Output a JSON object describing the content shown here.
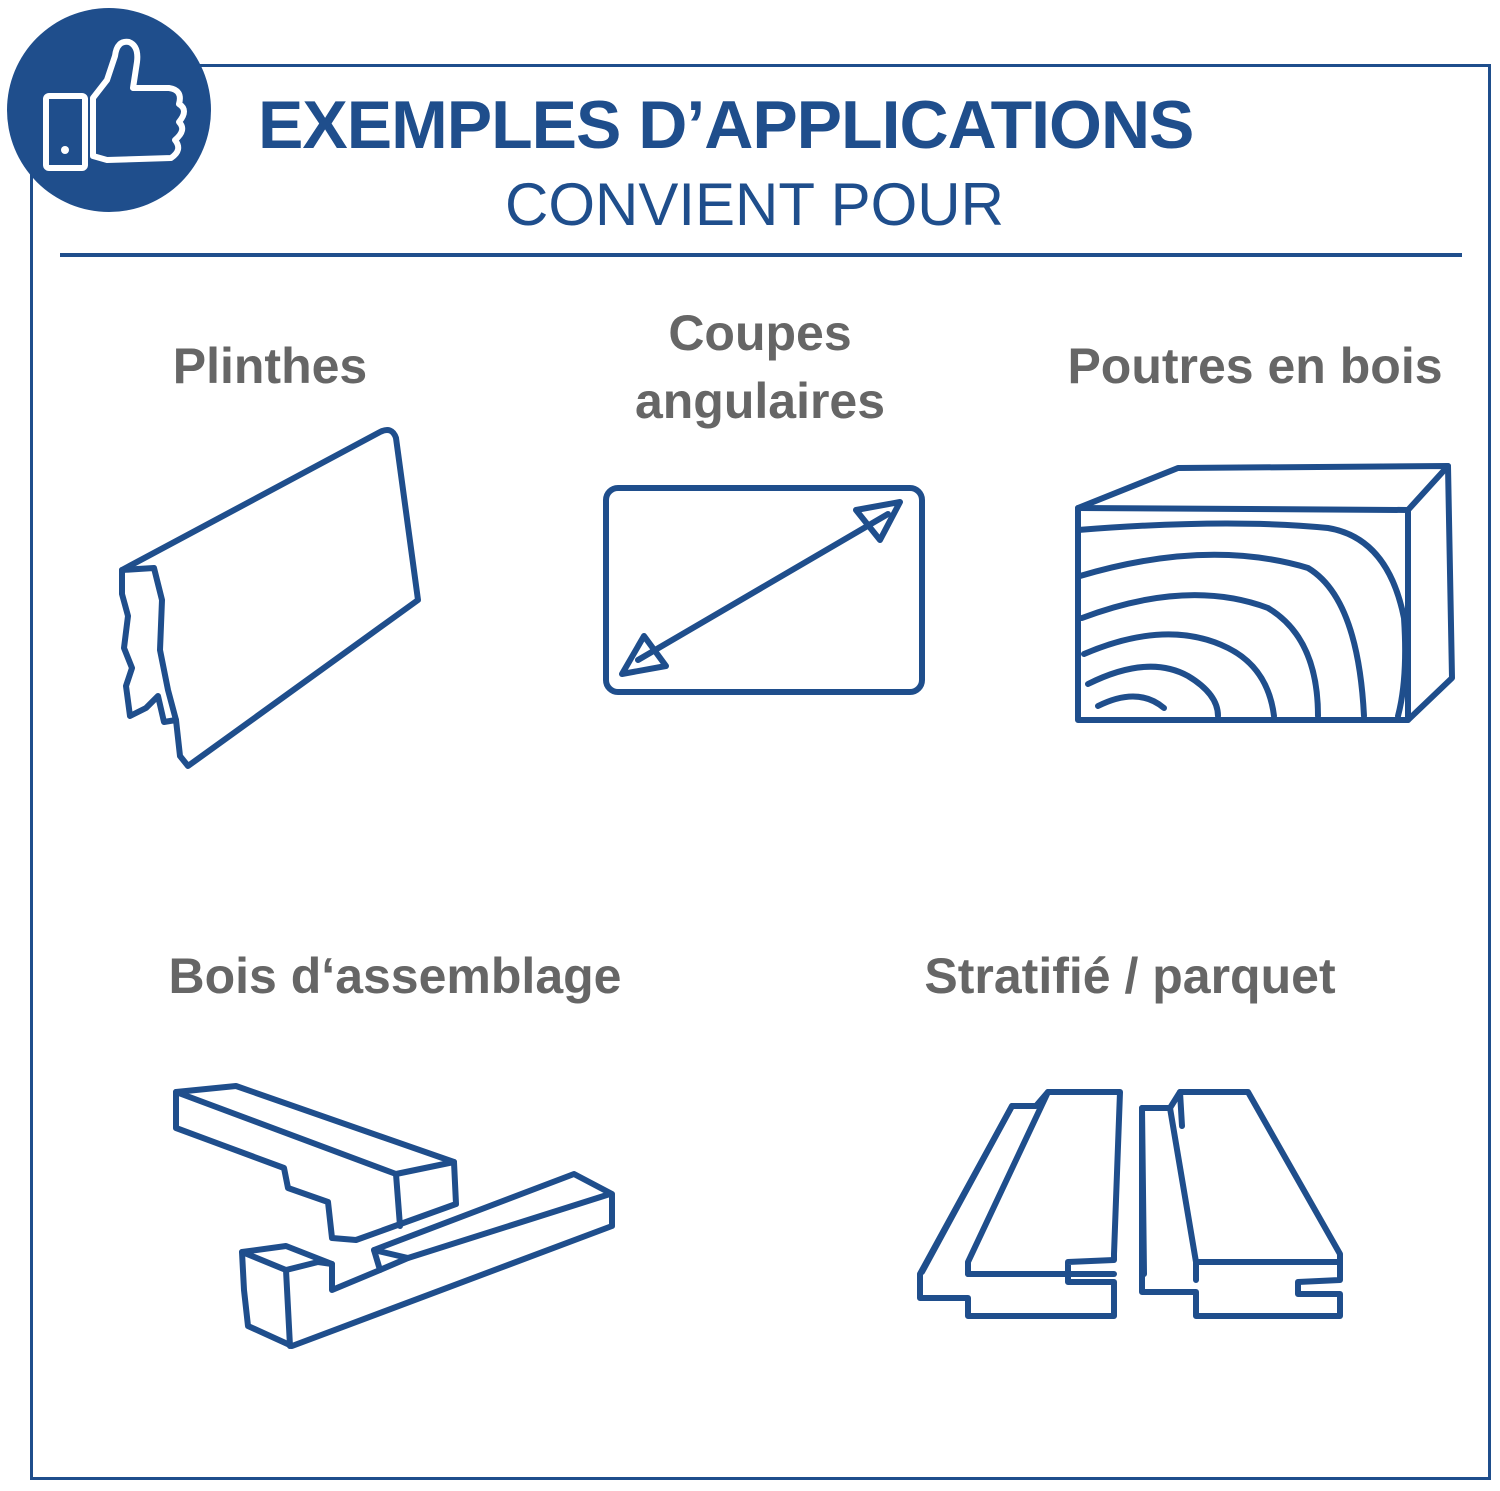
{
  "header": {
    "title": "EXEMPLES D’APPLICATIONS",
    "subtitle": "CONVIENT POUR",
    "badge_icon": "thumbs-up-icon"
  },
  "applications": [
    {
      "label_lines": [
        "Plinthes"
      ],
      "icon": "baseboard-icon"
    },
    {
      "label_lines": [
        "Coupes",
        "angulaires"
      ],
      "icon": "angle-cut-icon"
    },
    {
      "label_lines": [
        "Poutres en bois"
      ],
      "icon": "wood-beam-icon"
    },
    {
      "label_lines": [
        "Bois d‘assemblage"
      ],
      "icon": "joinery-wood-icon"
    },
    {
      "label_lines": [
        "Stratifié / parquet"
      ],
      "icon": "laminate-parquet-icon"
    }
  ],
  "colors": {
    "brand_blue": "#1f4e8c",
    "label_gray": "#666666"
  }
}
